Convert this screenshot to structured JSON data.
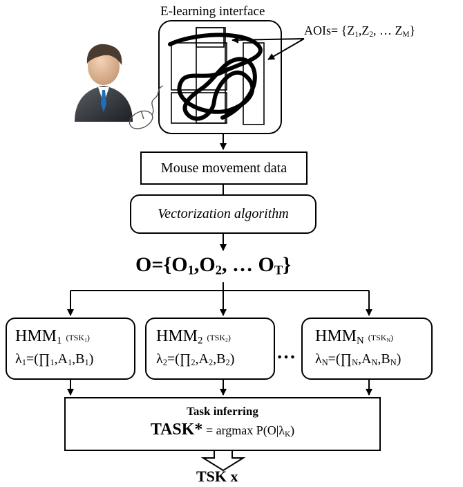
{
  "interface_label": "E-learning interface",
  "aois": {
    "prefix": "AOIs= {Z",
    "sub1": "1",
    "sep1": ",Z",
    "sub2": "2",
    "mid": ", … Z",
    "subM": "M",
    "suffix": "}"
  },
  "mouse_data_label": "Mouse movement data",
  "vectorization_label": "Vectorization algorithm",
  "observation": {
    "prefix": "O={O",
    "sub1": "1",
    "sep1": ",O",
    "sub2": "2",
    "mid": ", … O",
    "subT": "T",
    "suffix": "}"
  },
  "hmm_models": [
    {
      "name": "HMM",
      "index": "1",
      "task": "(TSK",
      "task_sub": "1",
      "task_close": ")",
      "lambda": "λ",
      "lambda_sub": "1",
      "params_open": "=(∏",
      "pi_sub": "1",
      "a": ",A",
      "a_sub": "1",
      "b": ",B",
      "b_sub": "1",
      "params_close": ")"
    },
    {
      "name": "HMM",
      "index": "2",
      "task": "(TSK",
      "task_sub": "2",
      "task_close": ")",
      "lambda": "λ",
      "lambda_sub": "2",
      "params_open": "=(∏",
      "pi_sub": "2",
      "a": ",A",
      "a_sub": "2",
      "b": ",B",
      "b_sub": "2",
      "params_close": ")"
    },
    {
      "name": "HMM",
      "index": "N",
      "task": "(TSK",
      "task_sub": "N",
      "task_close": ")",
      "lambda": "λ",
      "lambda_sub": "N",
      "params_open": "=(∏",
      "pi_sub": "N",
      "a": ",A",
      "a_sub": "N",
      "b": ",B",
      "b_sub": "N",
      "params_close": ")"
    }
  ],
  "ellipsis": "…",
  "task_inferring": {
    "title": "Task inferring",
    "formula_bold": "TASK*",
    "formula_rest": " = argmax P(O|λ",
    "formula_sub": "K",
    "formula_close": ")"
  },
  "result": "TSK x",
  "icons": {
    "user": "user-avatar-icon",
    "mouse": "computer-mouse-icon"
  }
}
